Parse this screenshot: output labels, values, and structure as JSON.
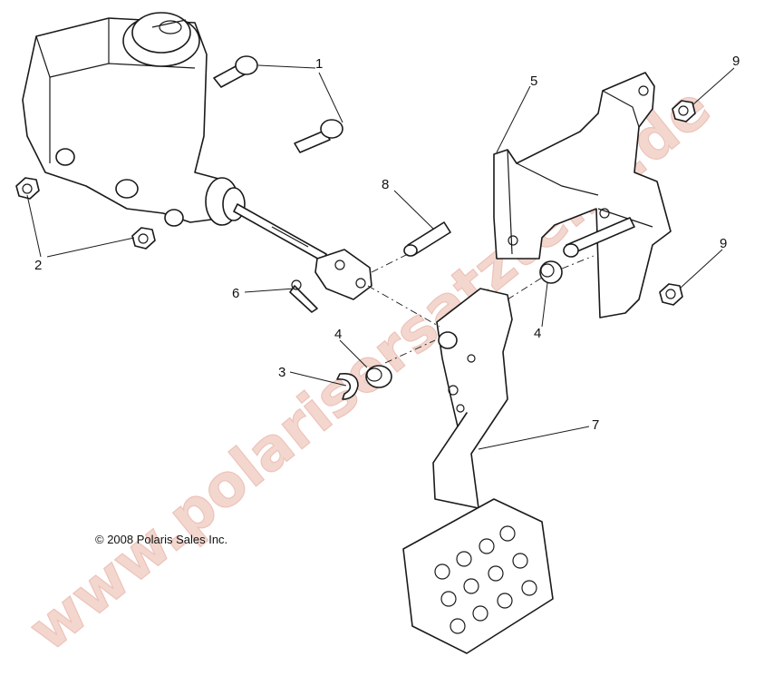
{
  "watermark": "www.polarisersatzteile.de",
  "copyright": "© 2008 Polaris Sales Inc.",
  "callouts": {
    "c1": "1",
    "c2": "2",
    "c3": "3",
    "c4a": "4",
    "c4b": "4",
    "c5": "5",
    "c6": "6",
    "c7": "7",
    "c8": "8",
    "c9a": "9",
    "c9b": "9"
  },
  "parts": [
    {
      "ref": "1",
      "name": "bolt"
    },
    {
      "ref": "2",
      "name": "nut"
    },
    {
      "ref": "3",
      "name": "retaining-clip"
    },
    {
      "ref": "4",
      "name": "bushing"
    },
    {
      "ref": "5",
      "name": "pedal-bracket"
    },
    {
      "ref": "6",
      "name": "cotter-pin"
    },
    {
      "ref": "7",
      "name": "brake-pedal"
    },
    {
      "ref": "8",
      "name": "clevis-pin"
    },
    {
      "ref": "9",
      "name": "flange-nut"
    }
  ]
}
